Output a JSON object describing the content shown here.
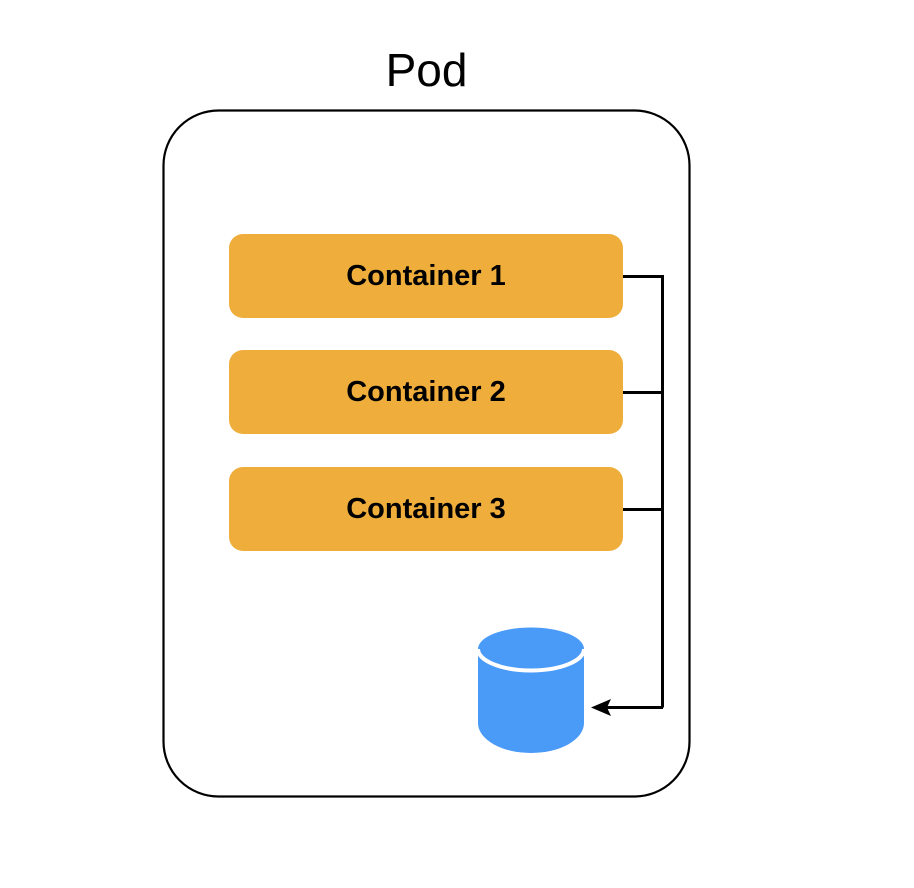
{
  "diagram": {
    "title": "Pod",
    "type": "kubernetes-pod-architecture",
    "background_color": "#ffffff"
  },
  "pod": {
    "label": "Pod",
    "border_color": "#000000",
    "fill_color": "#ffffff",
    "corner_radius": 55
  },
  "containers": [
    {
      "label": "Container 1",
      "fill_color": "#efae3b",
      "text_color": "#000000"
    },
    {
      "label": "Container 2",
      "fill_color": "#efae3b",
      "text_color": "#000000"
    },
    {
      "label": "Container 3",
      "fill_color": "#efae3b",
      "text_color": "#000000"
    }
  ],
  "volume": {
    "icon": "database-cylinder-icon",
    "label": "",
    "fill_color": "#4a9af8",
    "highlight_color": "#ffffff"
  },
  "connectors": {
    "stroke_color": "#000000",
    "stroke_width": 3,
    "arrow_head": "filled-triangle",
    "description": "each container connects to a shared vertical bus that terminates with an arrow pointing at the volume",
    "count": 3
  }
}
